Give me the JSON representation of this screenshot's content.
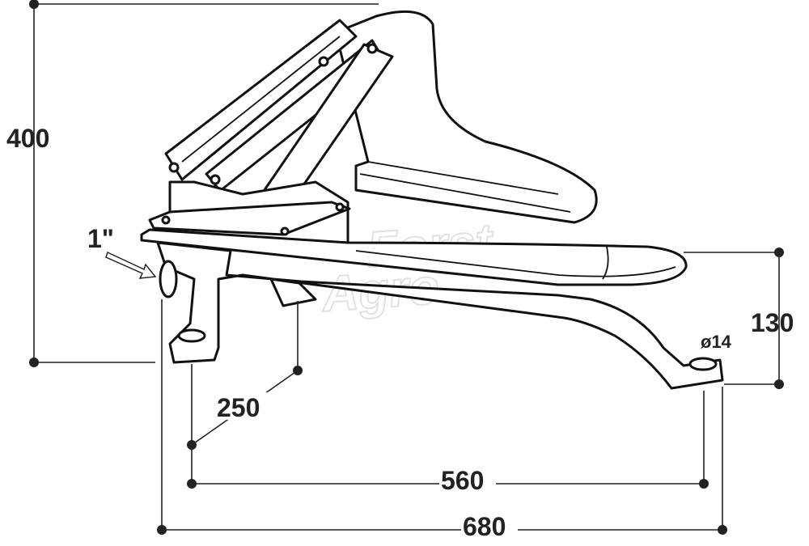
{
  "title": "Cast iron hand pump with trough — dimensional drawing",
  "watermark": {
    "line1": "Forst",
    "line2": "Agro"
  },
  "dimensions": {
    "height": "400",
    "inlet": "1\"",
    "leg_offset": "250",
    "foot_spacing": "560",
    "overall_length": "680",
    "foot_height": "130",
    "hole_diameter": "ø14"
  }
}
